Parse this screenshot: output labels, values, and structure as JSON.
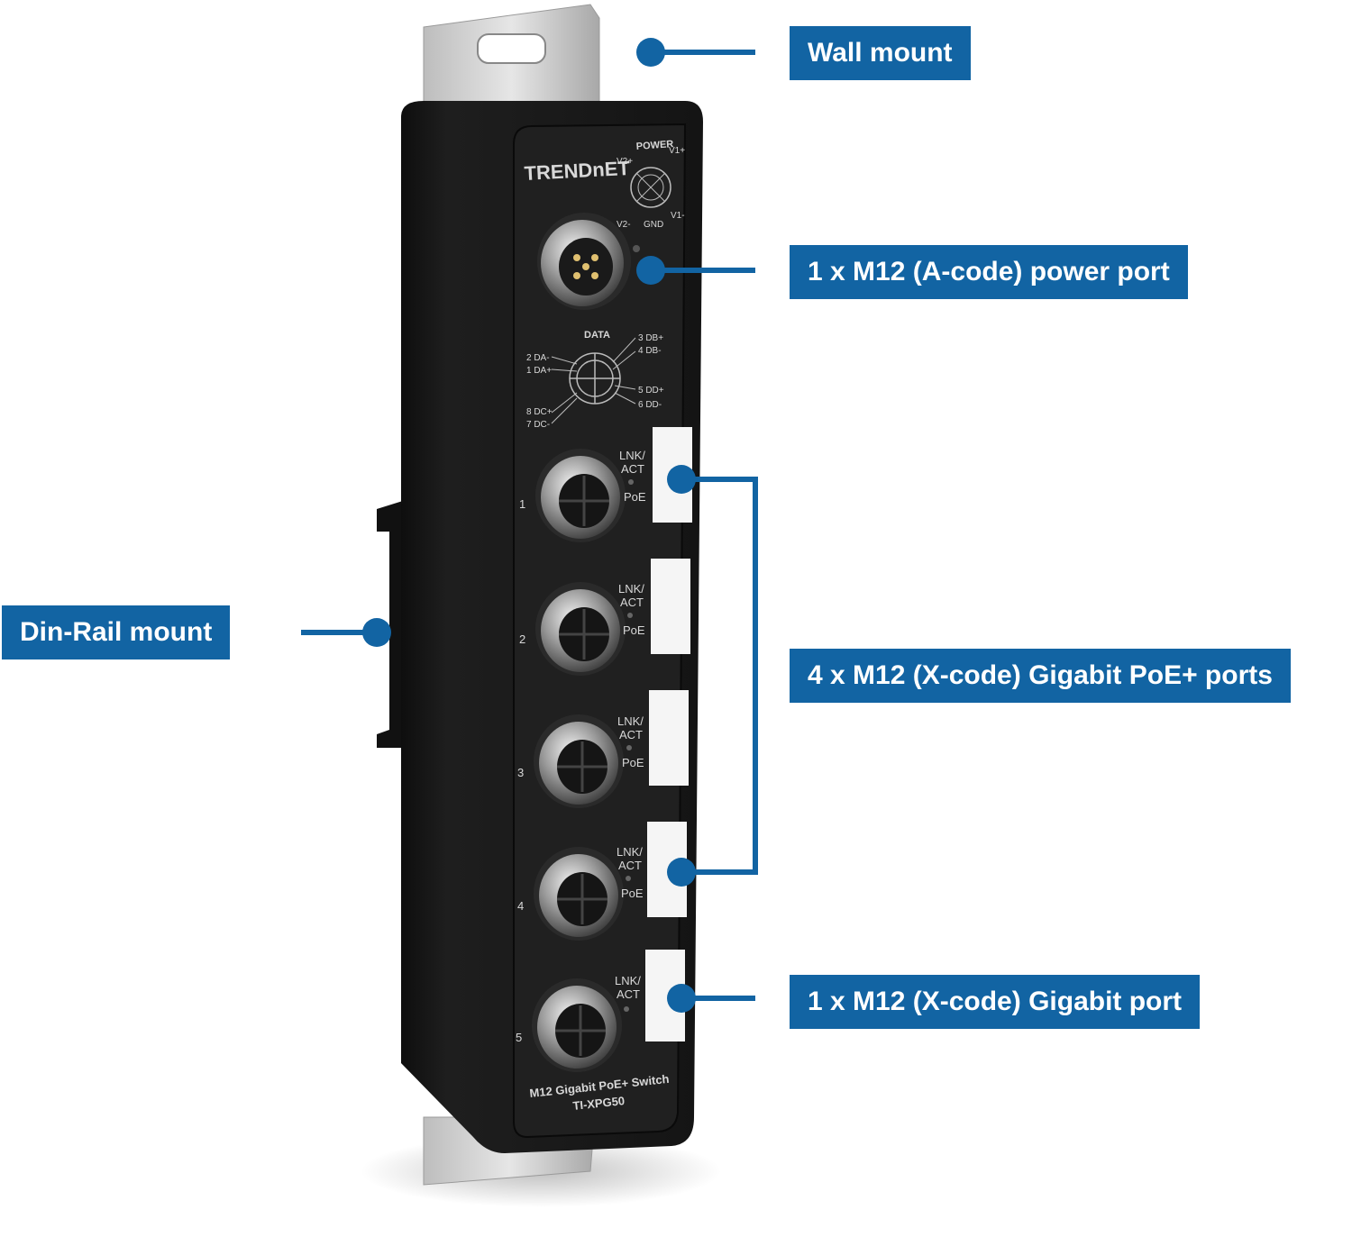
{
  "callouts": {
    "wall_mount": "Wall mount",
    "power_port": "1 x M12 (A-code) power port",
    "poe_ports": "4 x M12 (X-code) Gigabit PoE+ ports",
    "gigabit_port": "1 x M12 (X-code) Gigabit port",
    "din_rail": "Din-Rail mount"
  },
  "device": {
    "brand": "TRENDnET",
    "power_label": "POWER",
    "power_pins": {
      "v2plus": "V2+",
      "v1plus": "V1+",
      "v2minus": "V2-",
      "gnd": "GND",
      "v1minus": "V1-"
    },
    "data_label": "DATA",
    "data_pins": {
      "da_minus": "2 DA-",
      "da_plus": "1 DA+",
      "dc_plus": "8 DC+",
      "dc_minus": "7 DC-",
      "db_plus": "3 DB+",
      "db_minus": "4 DB-",
      "dd_plus": "5 DD+",
      "dd_minus": "6 DD-"
    },
    "port_led_label_lnk": "LNK/",
    "port_led_label_act": "ACT",
    "port_led_label_poe": "PoE",
    "ports": [
      "1",
      "2",
      "3",
      "4",
      "5"
    ],
    "model_line1": "M12 Gigabit PoE+ Switch",
    "model_line2": "TI-XPG50"
  },
  "colors": {
    "callout_bg": "#1264a3",
    "callout_text": "#ffffff",
    "device_body": "#1c1c1c",
    "bracket": "#c9c9c9"
  }
}
